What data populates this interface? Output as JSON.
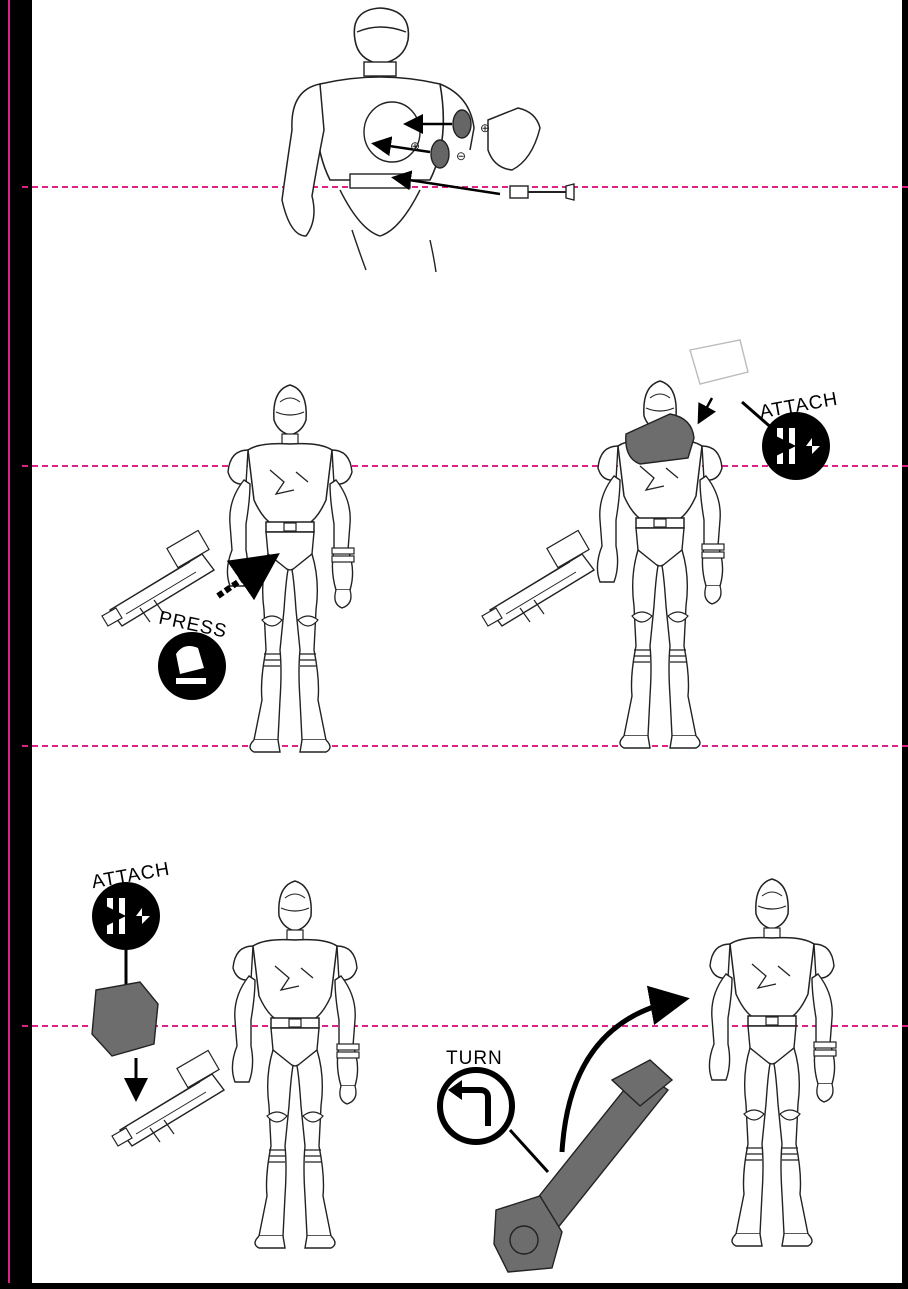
{
  "labels": {
    "press": "PRESS",
    "attach_top": "ATTACH",
    "attach_bottom": "ATTACH",
    "turn": "TURN"
  },
  "colors": {
    "cut_line": "#e0218a",
    "frame": "#000000",
    "accessory_fill": "#6d6d6d",
    "line_art": "#222222"
  },
  "icons": [
    "battery-icon",
    "screwdriver-icon",
    "press-finger-icon",
    "attach-icon",
    "turn-arrow-icon"
  ]
}
